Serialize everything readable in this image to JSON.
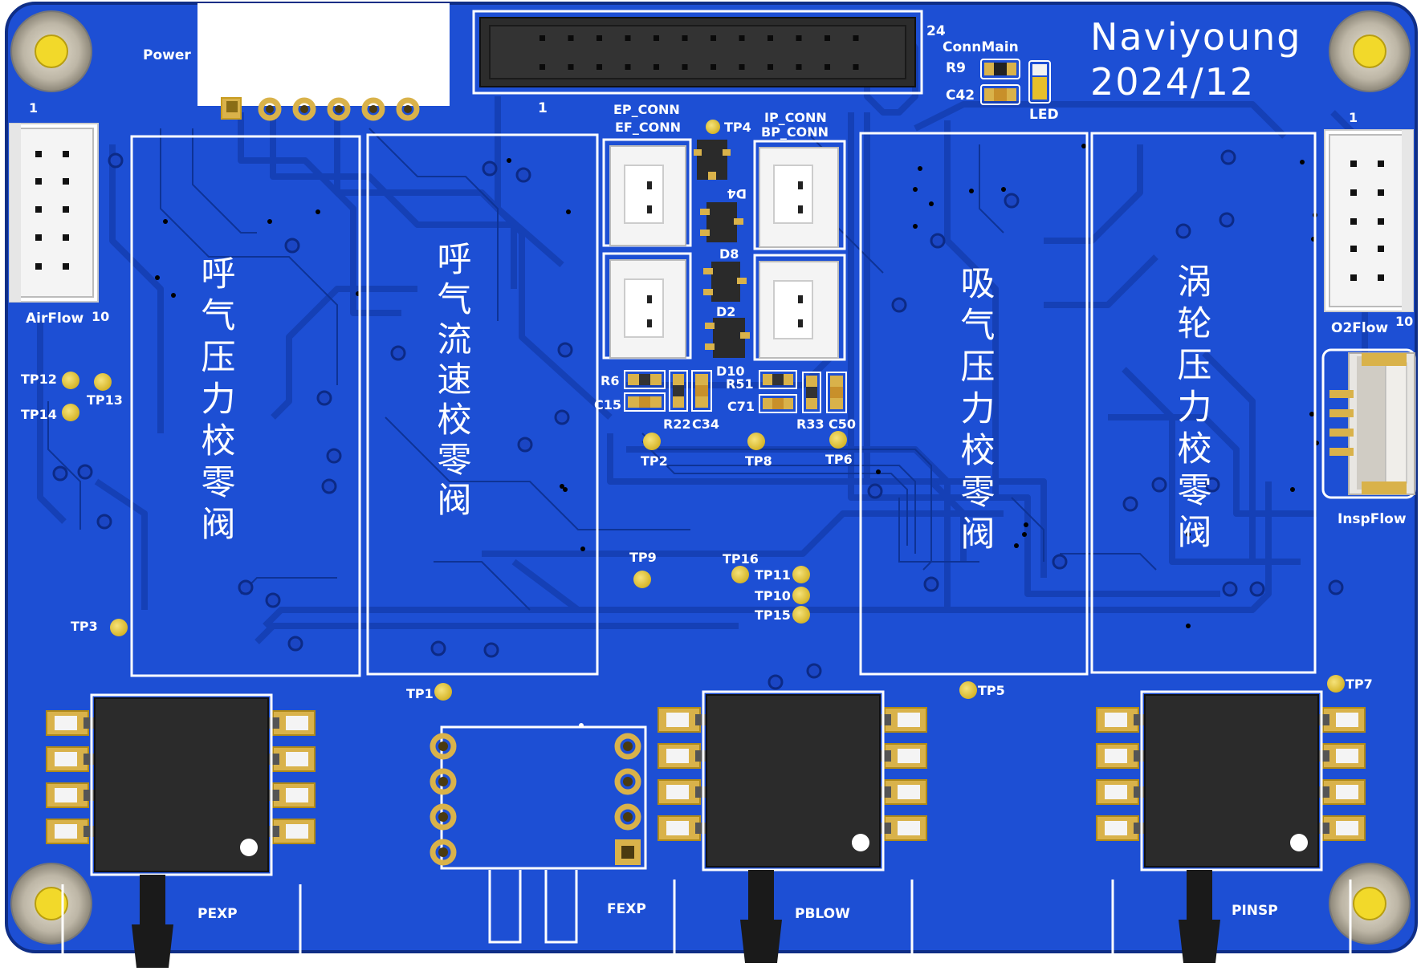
{
  "board": {
    "title": "Naviyoung",
    "date": "2024/12",
    "colors": {
      "board": "#1d4fd4",
      "copper": "#1640b8",
      "silk": "#ffffff",
      "pad": "#d9b24a",
      "connector_body": "#2a2a2a",
      "plastic": "#f2f2f2"
    }
  },
  "connectors": {
    "power": "Power",
    "conn_main": "ConnMain",
    "conn_main_pin_last": "24",
    "conn_main_pin_first": "1",
    "airflow": "AirFlow",
    "airflow_pin_first": "1",
    "airflow_pin_last": "10",
    "o2flow": "O2Flow",
    "o2flow_pin_first": "1",
    "o2flow_pin_last": "10",
    "inspflow": "InspFlow",
    "ep_conn": "EP_CONN",
    "ef_conn": "EF_CONN",
    "ip_conn": "IP_CONN",
    "bp_conn": "BP_CONN"
  },
  "valves": [
    {
      "label": "呼气压力校零阀"
    },
    {
      "label": "呼气流速校零阀"
    },
    {
      "label": "吸气压力校零阀"
    },
    {
      "label": "涡轮压力校零阀"
    }
  ],
  "sensors": {
    "pexp": "PEXP",
    "fexp": "FEXP",
    "pblow": "PBLOW",
    "pinsp": "PINSP"
  },
  "components": {
    "r9": "R9",
    "c42": "C42",
    "led": "LED",
    "tp4": "TP4",
    "d4": "D4",
    "d8": "D8",
    "d2": "D2",
    "d10": "D10",
    "r6": "R6",
    "c15": "C15",
    "r22": "R22",
    "c34": "C34",
    "r51": "R51",
    "c71": "C71",
    "r33": "R33",
    "c50": "C50"
  },
  "test_points": {
    "tp1": "TP1",
    "tp2": "TP2",
    "tp3": "TP3",
    "tp5": "TP5",
    "tp6": "TP6",
    "tp7": "TP7",
    "tp8": "TP8",
    "tp9": "TP9",
    "tp10": "TP10",
    "tp11": "TP11",
    "tp12": "TP12",
    "tp13": "TP13",
    "tp14": "TP14",
    "tp15": "TP15",
    "tp16": "TP16"
  }
}
